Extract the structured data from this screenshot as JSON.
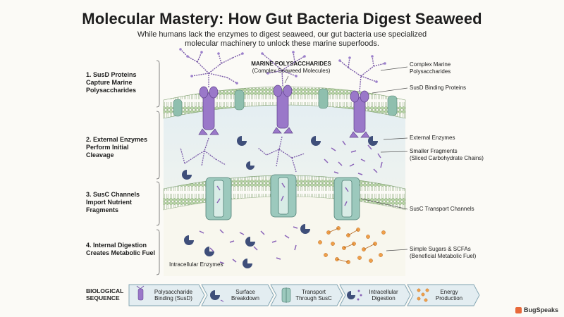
{
  "title": "Molecular Mastery: How Gut Bacteria Digest Seaweed",
  "subtitle": "While humans lack the enzymes to digest seaweed, our gut bacteria use specialized molecular machinery to unlock these marine superfoods.",
  "stages": [
    {
      "label": "1. SusD Proteins Capture Marine Polysaccharides"
    },
    {
      "label": "2. External Enzymes Perform Initial Cleavage"
    },
    {
      "label": "3. SusC Channels Import Nutrient Fragments"
    },
    {
      "label": "4. Internal Digestion Creates Metabolic Fuel"
    }
  ],
  "top_label": {
    "title": "MARINE POLYSACCHARIDES",
    "sub": "(Complex Seaweed Molecules)"
  },
  "right_labels": {
    "complex": "Complex Marine Polysaccharides",
    "susd": "SusD Binding Proteins",
    "enzymes": "External Enzymes",
    "fragments": "Smaller Fragments",
    "fragments_sub": "(Sliced Carbohydrate Chains)",
    "susc": "SusC Transport Channels",
    "sugars": "Simple Sugars & SCFAs",
    "sugars_sub": "(Beneficial Metabolic Fuel)"
  },
  "intracellular_label": "Intracellular Enzymes",
  "sequence": {
    "title": "BIOLOGICAL SEQUENCE",
    "steps": [
      {
        "label": "Polysaccharide Binding (SusD)",
        "icon": "polysaccharide-icon"
      },
      {
        "label": "Surface Breakdown",
        "icon": "enzyme-icon"
      },
      {
        "label": "Transport Through SusC",
        "icon": "channel-icon"
      },
      {
        "label": "Intracellular Digestion",
        "icon": "digestion-icon"
      },
      {
        "label": "Energy Production",
        "icon": "energy-icon"
      }
    ]
  },
  "brand": "BugSpeaks",
  "colors": {
    "purple": "#8a63b8",
    "membrane": "#a9c79a",
    "enzyme": "#3f4f7a",
    "sugar": "#e0883a",
    "channel": "#8bb7ad"
  }
}
